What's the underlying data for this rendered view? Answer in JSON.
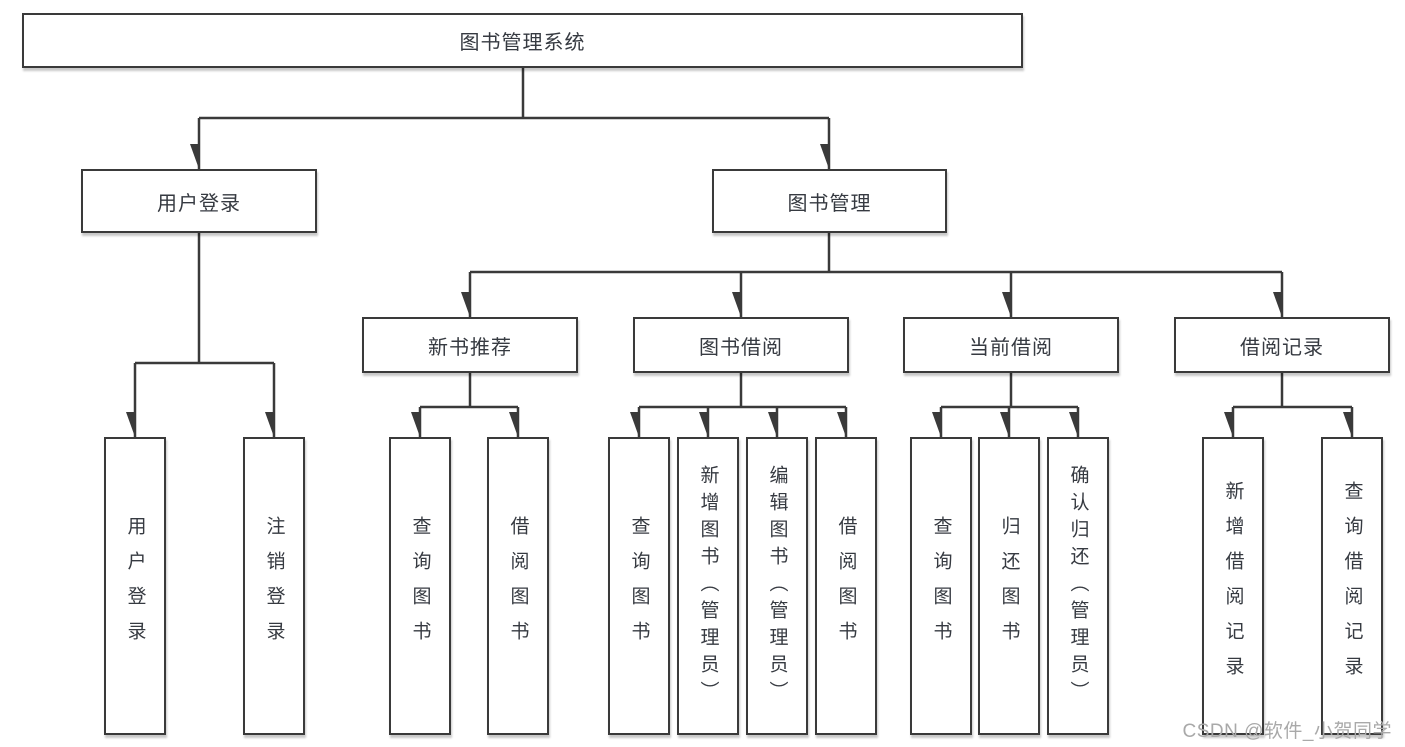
{
  "diagram": {
    "type": "hierarchy-tree",
    "colors": {
      "line": "#3a3a3a",
      "box_border": "#3a3a3a",
      "box_fill": "#ffffff",
      "text": "#363a41",
      "watermark": "#a9a9a9",
      "background": "#ffffff"
    }
  },
  "tree": {
    "root": {
      "label": "图书管理系统",
      "children": [
        {
          "label": "用户登录",
          "children": [
            {
              "label": "用户登录"
            },
            {
              "label": "注销登录"
            }
          ]
        },
        {
          "label": "图书管理",
          "children": [
            {
              "label": "新书推荐",
              "children": [
                {
                  "label": "查询图书"
                },
                {
                  "label": "借阅图书"
                }
              ]
            },
            {
              "label": "图书借阅",
              "children": [
                {
                  "label": "查询图书"
                },
                {
                  "label": "新增图书（管理员）"
                },
                {
                  "label": "编辑图书（管理员）"
                },
                {
                  "label": "借阅图书"
                }
              ]
            },
            {
              "label": "当前借阅",
              "children": [
                {
                  "label": "查询图书"
                },
                {
                  "label": "归还图书"
                },
                {
                  "label": "确认归还（管理员）"
                }
              ]
            },
            {
              "label": "借阅记录",
              "children": [
                {
                  "label": "新增借阅记录"
                },
                {
                  "label": "查询借阅记录"
                }
              ]
            }
          ]
        }
      ]
    }
  },
  "watermark": {
    "text": "CSDN @软件_小贺同学"
  }
}
